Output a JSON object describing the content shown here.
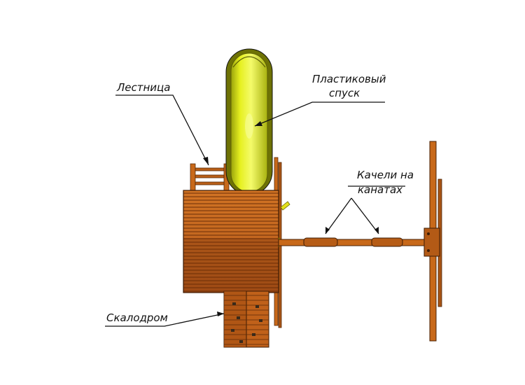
{
  "labels": {
    "ladder": "Лестница",
    "slide_line1": "Пластиковый",
    "slide_line2": "спуск",
    "swings_line1": "Качели на",
    "swings_line2": "канатах",
    "climbing_wall": "Скалодром"
  },
  "colors": {
    "wood": "#c8691a",
    "wood_dark": "#8a3f0c",
    "wood_shadow": "#7a3408",
    "slide": "#e3ee1c",
    "slide_edge": "#8c8f0a",
    "outline": "#111111"
  }
}
